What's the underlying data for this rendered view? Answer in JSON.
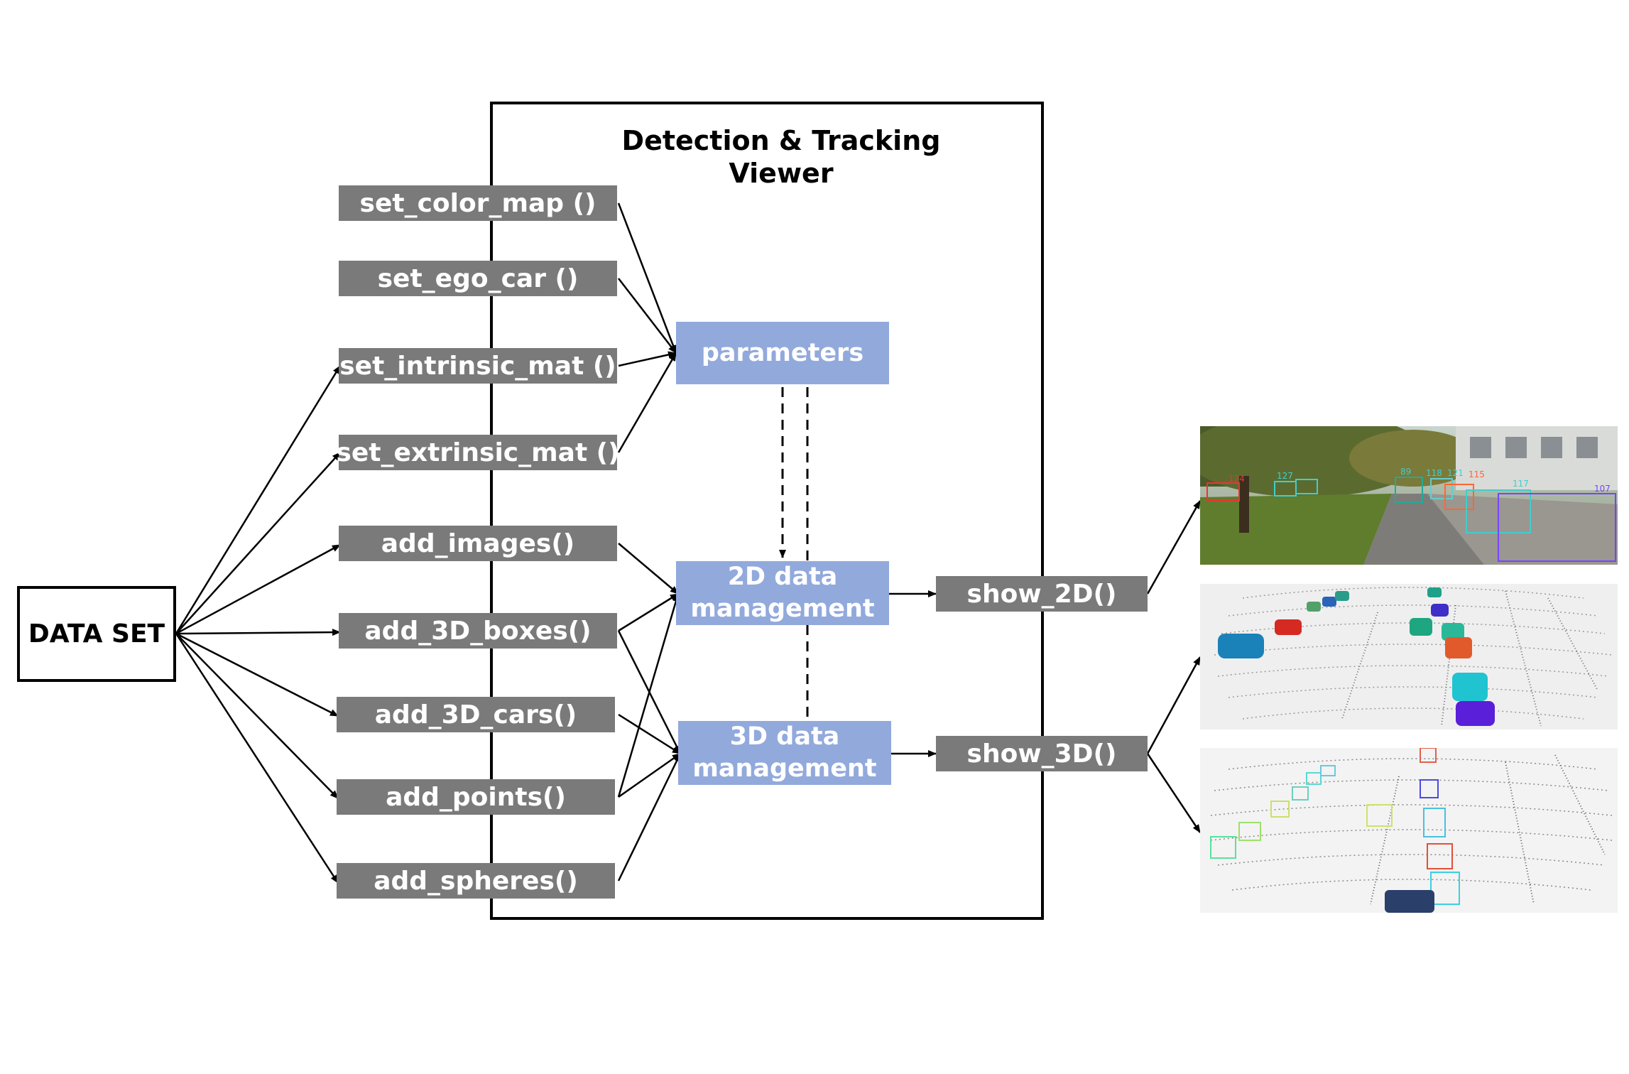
{
  "viewer": {
    "title_line1": "Detection & Tracking",
    "title_line2": "Viewer"
  },
  "dataset": {
    "label": "DATA SET"
  },
  "functions": [
    "set_color_map ()",
    "set_ego_car ()",
    "set_intrinsic_mat ()",
    "set_extrinsic_mat ()",
    "add_images()",
    "add_3D_boxes()",
    "add_3D_cars()",
    "add_points()",
    "add_spheres()"
  ],
  "modules": {
    "parameters": "parameters",
    "data2d": "2D data management",
    "data3d": "3D data management"
  },
  "outputs": {
    "show2d": "show_2D()",
    "show3d": "show_3D()"
  },
  "thumbnails": [
    {
      "name": "camera-image-with-2d-tracks",
      "labels": [
        "124",
        "127",
        "89",
        "118",
        "121",
        "115",
        "117",
        "107"
      ]
    },
    {
      "name": "point-cloud-with-3d-car-models"
    },
    {
      "name": "point-cloud-with-3d-boxes"
    }
  ],
  "colors": {
    "function_box": "#7a7a7a",
    "module_box": "#92a9dc",
    "frame": "#000000"
  }
}
